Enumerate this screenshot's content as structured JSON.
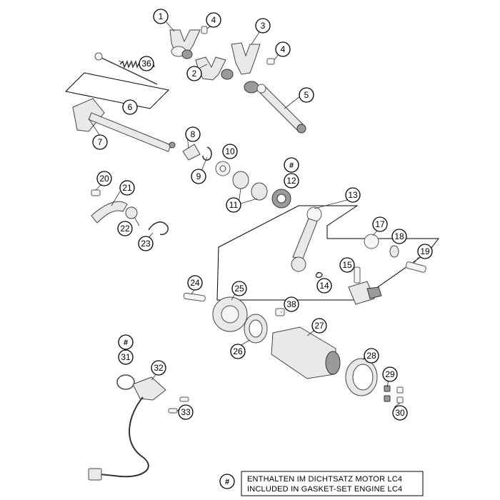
{
  "callouts": [
    {
      "id": "c1",
      "label": "1"
    },
    {
      "id": "c2",
      "label": "2"
    },
    {
      "id": "c3",
      "label": "3"
    },
    {
      "id": "c4a",
      "label": "4"
    },
    {
      "id": "c4b",
      "label": "4"
    },
    {
      "id": "c5",
      "label": "5"
    },
    {
      "id": "c6",
      "label": "6"
    },
    {
      "id": "c7",
      "label": "7"
    },
    {
      "id": "c8",
      "label": "8"
    },
    {
      "id": "c9",
      "label": "9"
    },
    {
      "id": "c10",
      "label": "10"
    },
    {
      "id": "c11",
      "label": "11"
    },
    {
      "id": "c12",
      "label": "12"
    },
    {
      "id": "c12hash",
      "label": "#"
    },
    {
      "id": "c13",
      "label": "13"
    },
    {
      "id": "c14",
      "label": "14"
    },
    {
      "id": "c15",
      "label": "15"
    },
    {
      "id": "c17",
      "label": "17"
    },
    {
      "id": "c18",
      "label": "18"
    },
    {
      "id": "c19",
      "label": "19"
    },
    {
      "id": "c20",
      "label": "20"
    },
    {
      "id": "c21",
      "label": "21"
    },
    {
      "id": "c22",
      "label": "22"
    },
    {
      "id": "c23",
      "label": "23"
    },
    {
      "id": "c24",
      "label": "24"
    },
    {
      "id": "c25",
      "label": "25"
    },
    {
      "id": "c26",
      "label": "26"
    },
    {
      "id": "c27",
      "label": "27"
    },
    {
      "id": "c28",
      "label": "28"
    },
    {
      "id": "c29",
      "label": "29"
    },
    {
      "id": "c30",
      "label": "30"
    },
    {
      "id": "c31",
      "label": "31"
    },
    {
      "id": "c31hash",
      "label": "#"
    },
    {
      "id": "c32",
      "label": "32"
    },
    {
      "id": "c33",
      "label": "33"
    },
    {
      "id": "c36",
      "label": "36"
    },
    {
      "id": "c38",
      "label": "38"
    }
  ],
  "legend": {
    "symbol": "#",
    "line1": "ENTHALTEN IM DICHTSATZ MOTOR LC4",
    "line2": "INCLUDED IN GASKET-SET ENGINE LC4"
  }
}
